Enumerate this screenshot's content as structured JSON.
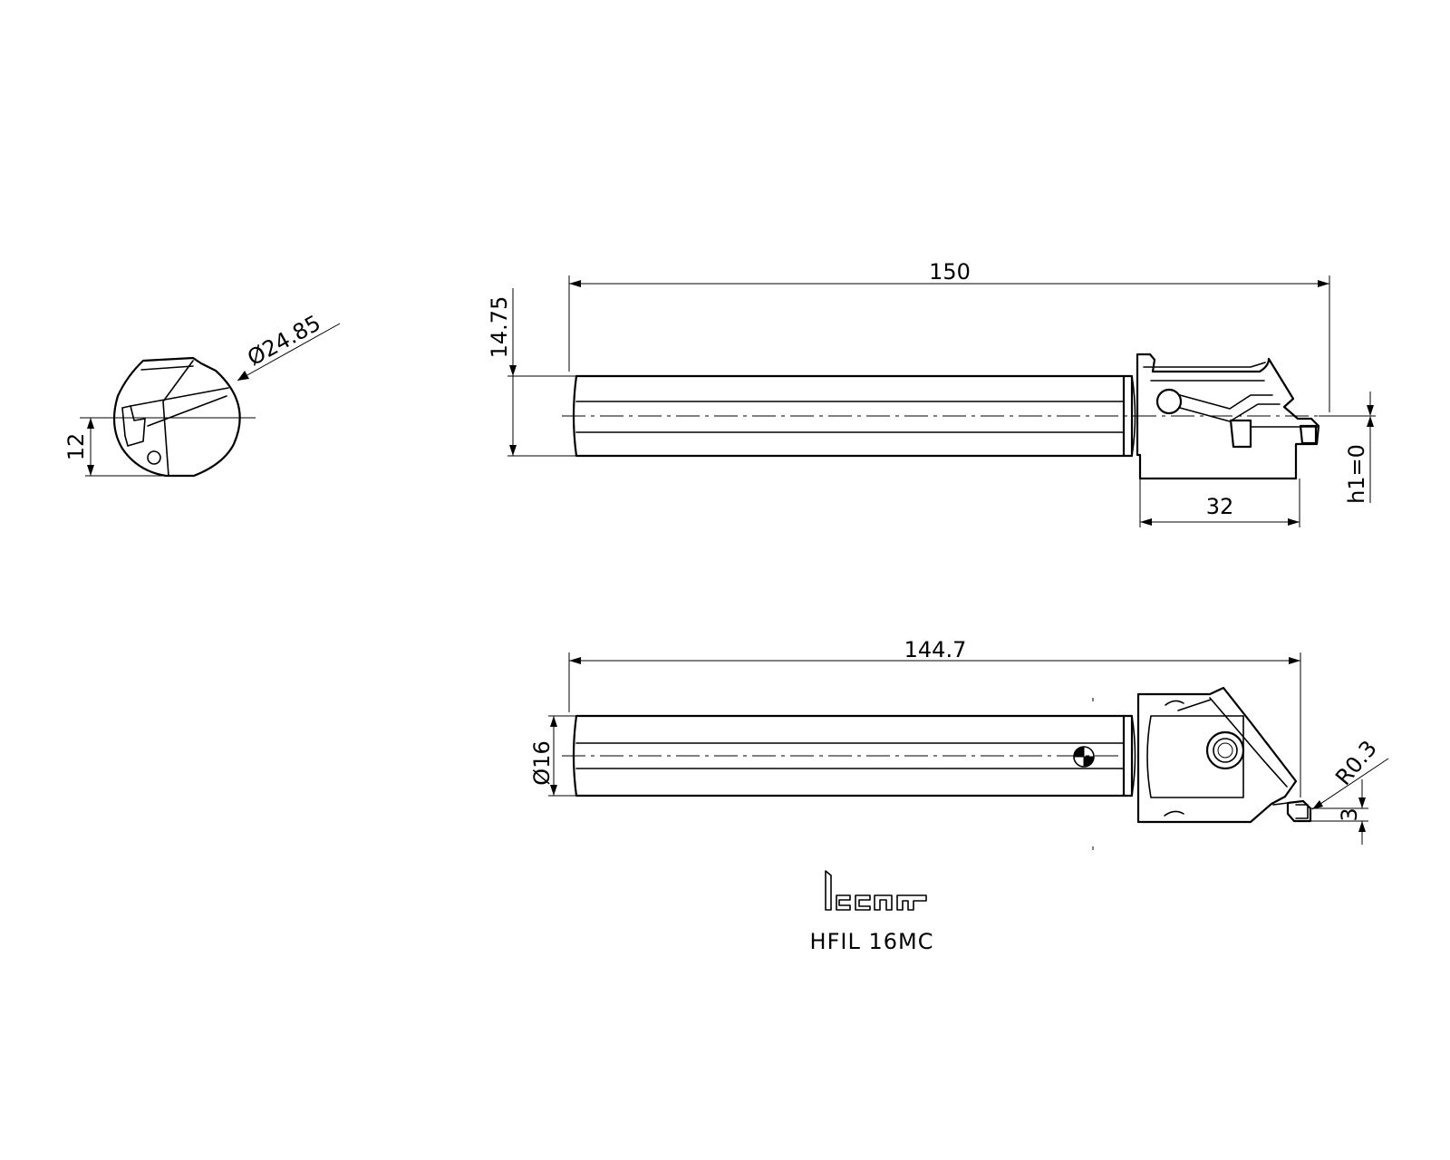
{
  "end_view": {
    "diameter_label": "Ø24.85",
    "height_label": "12"
  },
  "top_view": {
    "length_label": "150",
    "offset_label": "14.75",
    "head_length_label": "32",
    "h1_label": "h1=0"
  },
  "side_view": {
    "length_label": "144.7",
    "shank_label": "Ø16",
    "radius_label": "R0.3",
    "width_label": "3"
  },
  "title_block": {
    "logo_text": "iscar",
    "part_number": "HFIL 16MC"
  }
}
